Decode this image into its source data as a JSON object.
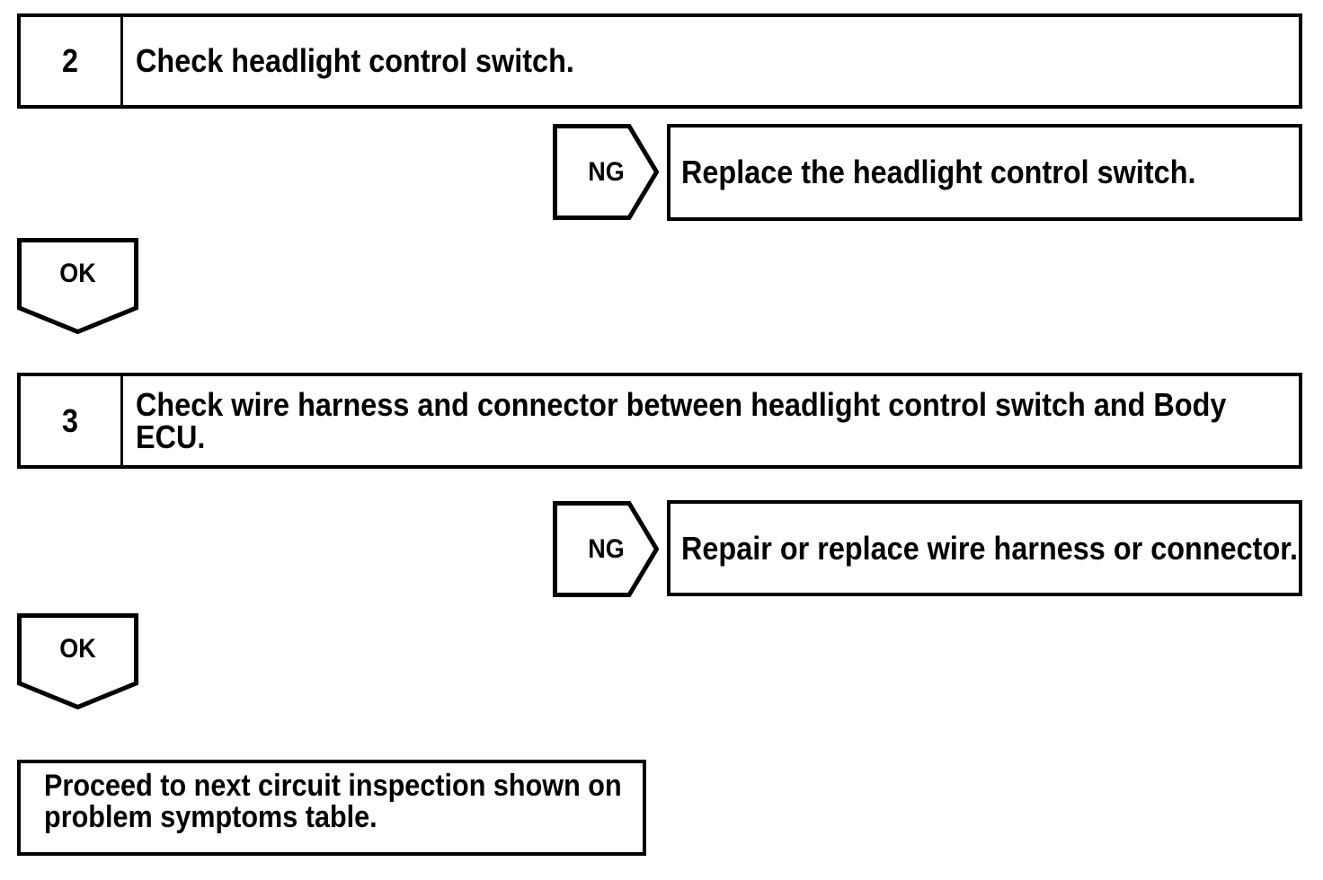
{
  "colors": {
    "line": "#000000",
    "text": "#000000",
    "background": "#ffffff"
  },
  "flowchart": {
    "steps": [
      {
        "number": "2",
        "instruction_lines": [
          "Check headlight control switch."
        ],
        "ng_label": "NG",
        "ng_action_lines": [
          "Replace the headlight control switch."
        ],
        "ok_label": "OK"
      },
      {
        "number": "3",
        "instruction_lines": [
          "Check wire harness and connector between headlight control switch and Body",
          "ECU."
        ],
        "ng_label": "NG",
        "ng_action_lines": [
          "Repair or replace wire harness or connector."
        ],
        "ok_label": "OK"
      }
    ],
    "final_lines": [
      "Proceed to next circuit inspection shown on",
      "problem symptoms table."
    ]
  }
}
